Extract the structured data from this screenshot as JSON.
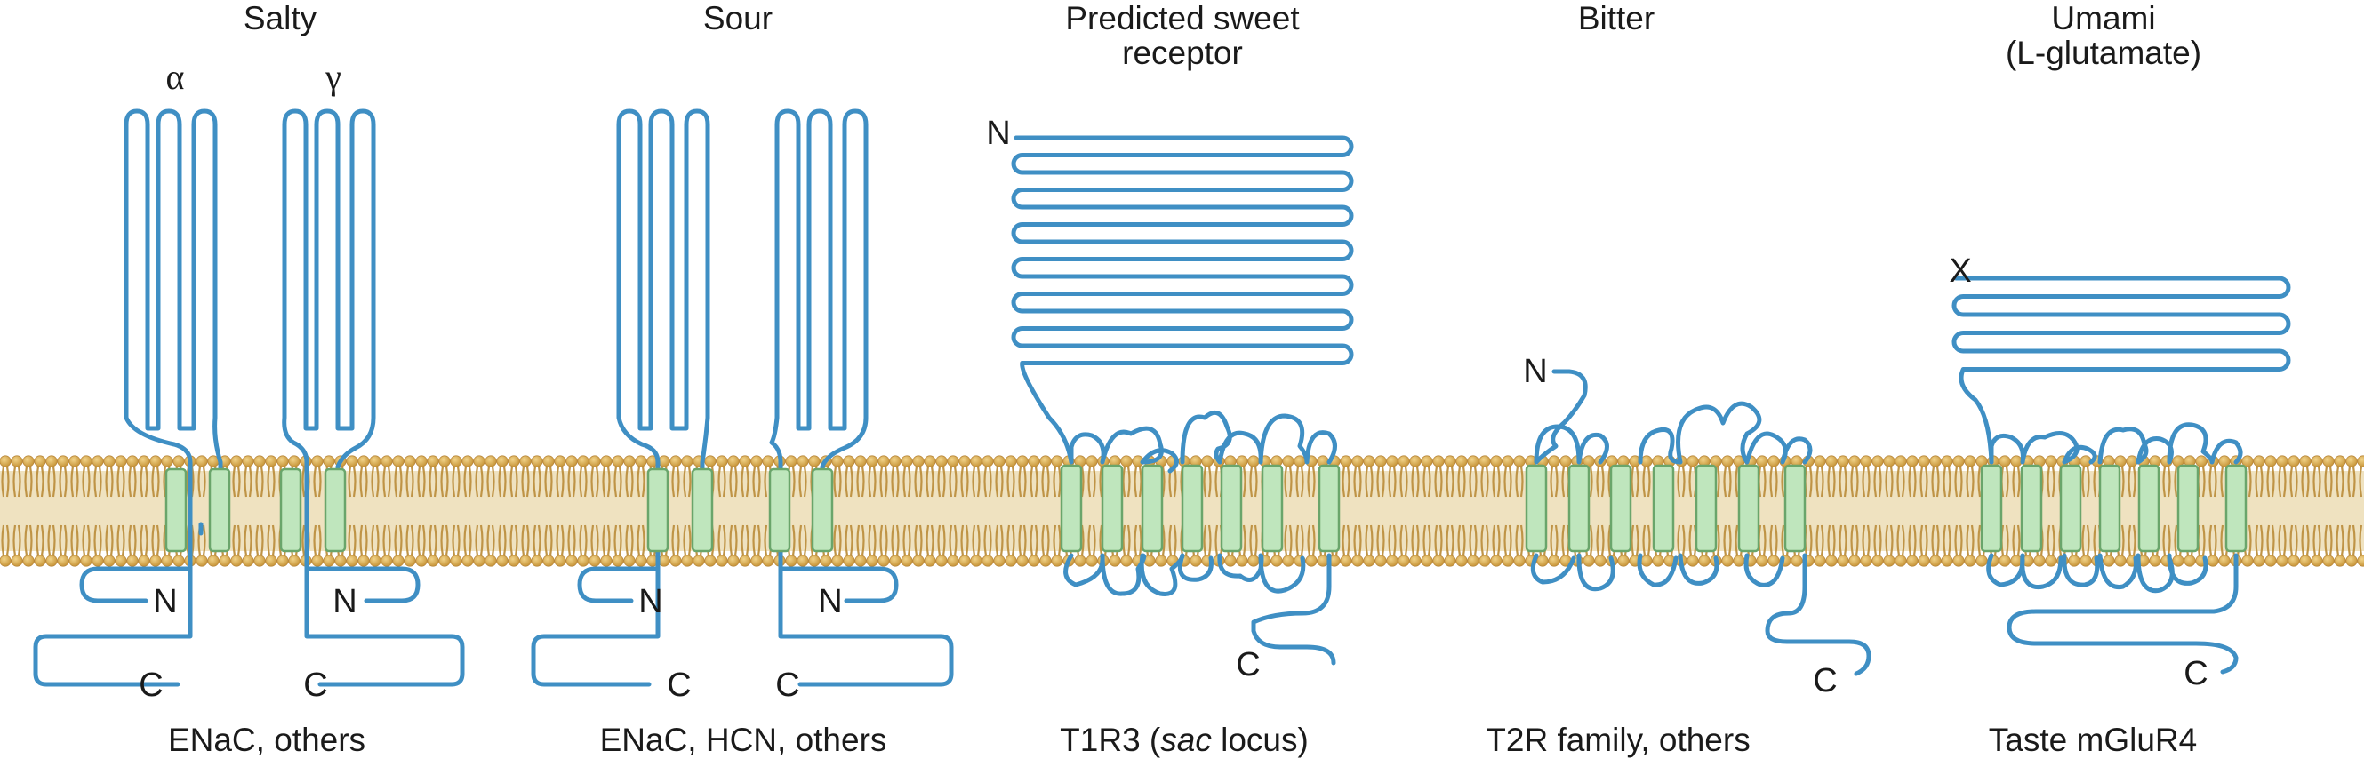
{
  "panels": [
    {
      "title": [
        "Salty"
      ],
      "caption": {
        "pre": "ENaC, others",
        "italic": "",
        "post": ""
      },
      "subunit_labels": [
        "α",
        "γ"
      ],
      "terminal_labels": [
        "N",
        "N",
        "C",
        "C"
      ]
    },
    {
      "title": [
        "Sour"
      ],
      "caption": {
        "pre": "ENaC, HCN, others",
        "italic": "",
        "post": ""
      },
      "terminal_labels": [
        "N",
        "N",
        "C",
        "C"
      ]
    },
    {
      "title": [
        "Predicted sweet",
        "receptor"
      ],
      "caption": {
        "pre": "T1R3 (",
        "italic": "sac",
        "post": " locus)"
      },
      "terminal_labels": [
        "N",
        "C"
      ]
    },
    {
      "title": [
        "Bitter"
      ],
      "caption": {
        "pre": "T2R family, others",
        "italic": "",
        "post": ""
      },
      "terminal_labels": [
        "N",
        "C"
      ]
    },
    {
      "title": [
        "Umami",
        "(L-glutamate)"
      ],
      "caption": {
        "pre": "Taste mGluR4",
        "italic": "",
        "post": ""
      },
      "terminal_labels": [
        "X",
        "C"
      ]
    }
  ],
  "colors": {
    "chain": "#3f8fc4",
    "helix": "#bfe6bd",
    "lipid_head": "#d6a94a",
    "lipid_tail": "#bf9446"
  }
}
